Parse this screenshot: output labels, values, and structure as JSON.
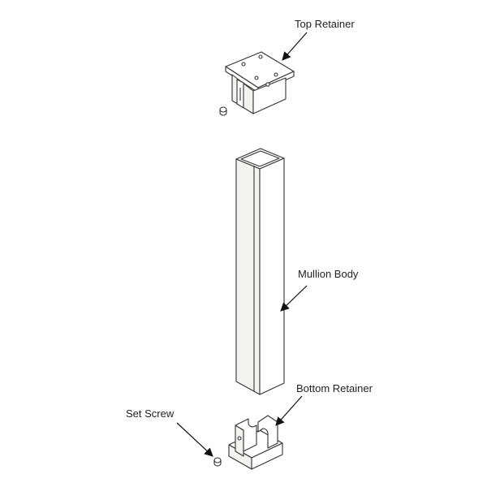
{
  "labels": {
    "top_retainer": "Top Retainer",
    "mullion_body": "Mullion Body",
    "bottom_retainer": "Bottom Retainer",
    "set_screw": "Set Screw"
  }
}
